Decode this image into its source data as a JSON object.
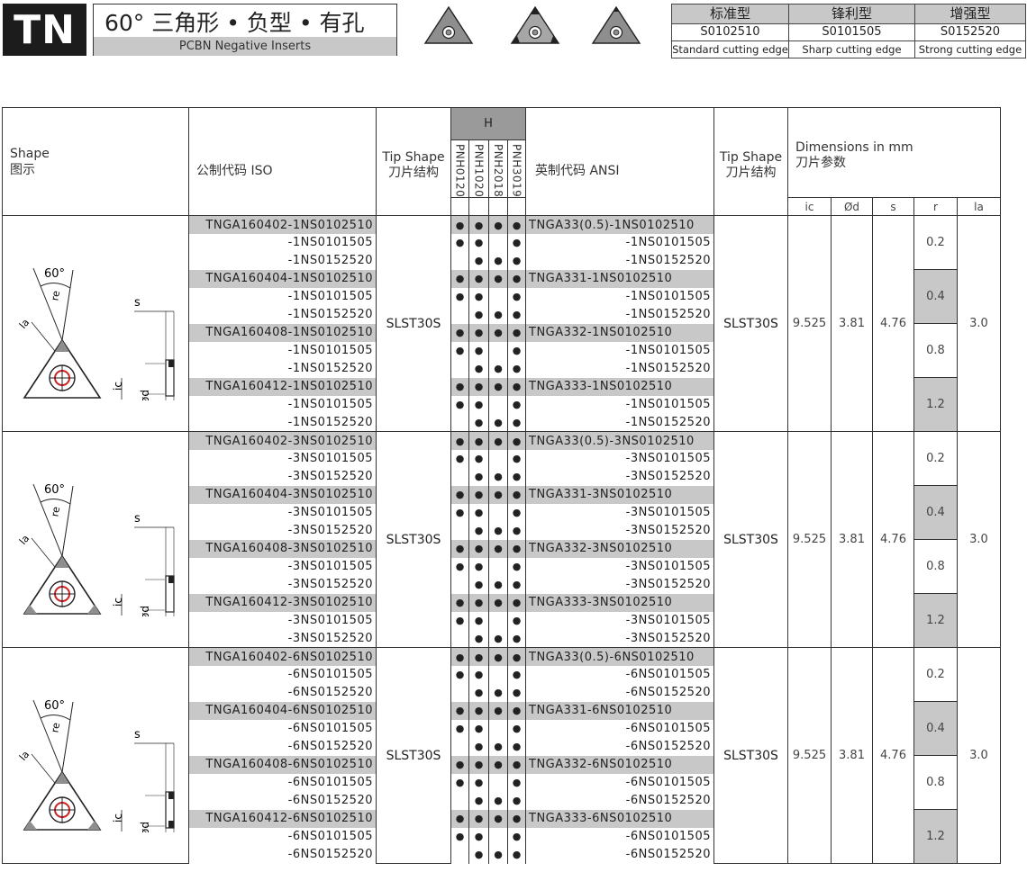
{
  "header": {
    "badge": "TN",
    "title_cn": "60° 三角形 • 负型 • 有孔",
    "title_en": "PCBN Negative Inserts",
    "edge_types": [
      {
        "cn": "标准型",
        "code": "S0102510",
        "en": "Standard cutting edge"
      },
      {
        "cn": "锋利型",
        "code": "S0101505",
        "en": "Sharp cutting edge"
      },
      {
        "cn": "增强型",
        "code": "S0152520",
        "en": "Strong cutting edge"
      }
    ]
  },
  "table": {
    "col_shape_en": "Shape",
    "col_shape_cn": "图示",
    "col_iso": "公制代码  ISO",
    "col_tip_en": "Tip Shape",
    "col_tip_cn": "刀片结构",
    "grade_group": "H",
    "grades": [
      "PNH0120",
      "PNH1020",
      "PNH2018",
      "PNH3019"
    ],
    "col_ansi": "英制代码  ANSI",
    "dim_en": "Dimensions  in mm",
    "dim_cn": "刀片参数",
    "dim_cols": [
      "ic",
      "Ød",
      "s",
      "r",
      "la"
    ],
    "shape_angle": "60°",
    "shape_labels": {
      "s": "s",
      "re": "re",
      "la": "la",
      "ic": "ic",
      "od": "ød"
    },
    "groups": [
      {
        "tip": "SLST30S",
        "tip2": "SLST30S",
        "ic": "9.525",
        "d": "3.81",
        "s": "4.76",
        "la": "3.0",
        "r_values": [
          "0.2",
          "0.4",
          "0.8",
          "1.2"
        ],
        "rows": [
          {
            "iso": "TNGA160402-1NS0102510",
            "ansi": "TNGA33(0.5)-1NS0102510",
            "dots": [
              1,
              1,
              1,
              1
            ]
          },
          {
            "iso": "-1NS0101505",
            "ansi": "-1NS0101505",
            "dots": [
              1,
              1,
              0,
              1
            ]
          },
          {
            "iso": "-1NS0152520",
            "ansi": "-1NS0152520",
            "dots": [
              0,
              1,
              1,
              1
            ]
          },
          {
            "iso": "TNGA160404-1NS0102510",
            "ansi": "TNGA331-1NS0102510",
            "dots": [
              1,
              1,
              1,
              1
            ]
          },
          {
            "iso": "-1NS0101505",
            "ansi": "-1NS0101505",
            "dots": [
              1,
              1,
              0,
              1
            ]
          },
          {
            "iso": "-1NS0152520",
            "ansi": "-1NS0152520",
            "dots": [
              0,
              1,
              1,
              1
            ]
          },
          {
            "iso": "TNGA160408-1NS0102510",
            "ansi": "TNGA332-1NS0102510",
            "dots": [
              1,
              1,
              1,
              1
            ]
          },
          {
            "iso": "-1NS0101505",
            "ansi": "-1NS0101505",
            "dots": [
              1,
              1,
              0,
              1
            ]
          },
          {
            "iso": "-1NS0152520",
            "ansi": "-1NS0152520",
            "dots": [
              0,
              1,
              1,
              1
            ]
          },
          {
            "iso": "TNGA160412-1NS0102510",
            "ansi": "TNGA333-1NS0102510",
            "dots": [
              1,
              1,
              1,
              1
            ]
          },
          {
            "iso": "-1NS0101505",
            "ansi": "-1NS0101505",
            "dots": [
              1,
              1,
              0,
              1
            ]
          },
          {
            "iso": "-1NS0152520",
            "ansi": "-1NS0152520",
            "dots": [
              0,
              1,
              1,
              1
            ]
          }
        ]
      },
      {
        "tip": "SLST30S",
        "tip2": "SLST30S",
        "ic": "9.525",
        "d": "3.81",
        "s": "4.76",
        "la": "3.0",
        "r_values": [
          "0.2",
          "0.4",
          "0.8",
          "1.2"
        ],
        "rows": [
          {
            "iso": "TNGA160402-3NS0102510",
            "ansi": "TNGA33(0.5)-3NS0102510",
            "dots": [
              1,
              1,
              1,
              1
            ]
          },
          {
            "iso": "-3NS0101505",
            "ansi": "-3NS0101505",
            "dots": [
              1,
              1,
              0,
              1
            ]
          },
          {
            "iso": "-3NS0152520",
            "ansi": "-3NS0152520",
            "dots": [
              0,
              1,
              1,
              1
            ]
          },
          {
            "iso": "TNGA160404-3NS0102510",
            "ansi": "TNGA331-3NS0102510",
            "dots": [
              1,
              1,
              1,
              1
            ]
          },
          {
            "iso": "-3NS0101505",
            "ansi": "-3NS0101505",
            "dots": [
              1,
              1,
              0,
              1
            ]
          },
          {
            "iso": "-3NS0152520",
            "ansi": "-3NS0152520",
            "dots": [
              0,
              1,
              1,
              1
            ]
          },
          {
            "iso": "TNGA160408-3NS0102510",
            "ansi": "TNGA332-3NS0102510",
            "dots": [
              1,
              1,
              1,
              1
            ]
          },
          {
            "iso": "-3NS0101505",
            "ansi": "-3NS0101505",
            "dots": [
              1,
              1,
              0,
              1
            ]
          },
          {
            "iso": "-3NS0152520",
            "ansi": "-3NS0152520",
            "dots": [
              0,
              1,
              1,
              1
            ]
          },
          {
            "iso": "TNGA160412-3NS0102510",
            "ansi": "TNGA333-3NS0102510",
            "dots": [
              1,
              1,
              1,
              1
            ]
          },
          {
            "iso": "-3NS0101505",
            "ansi": "-3NS0101505",
            "dots": [
              1,
              1,
              0,
              1
            ]
          },
          {
            "iso": "-3NS0152520",
            "ansi": "-3NS0152520",
            "dots": [
              0,
              1,
              1,
              1
            ]
          }
        ]
      },
      {
        "tip": "SLST30S",
        "tip2": "SLST30S",
        "ic": "9.525",
        "d": "3.81",
        "s": "4.76",
        "la": "3.0",
        "r_values": [
          "0.2",
          "0.4",
          "0.8",
          "1.2"
        ],
        "rows": [
          {
            "iso": "TNGA160402-6NS0102510",
            "ansi": "TNGA33(0.5)-6NS0102510",
            "dots": [
              1,
              1,
              1,
              1
            ]
          },
          {
            "iso": "-6NS0101505",
            "ansi": "-6NS0101505",
            "dots": [
              1,
              1,
              0,
              1
            ]
          },
          {
            "iso": "-6NS0152520",
            "ansi": "-6NS0152520",
            "dots": [
              0,
              1,
              1,
              1
            ]
          },
          {
            "iso": "TNGA160404-6NS0102510",
            "ansi": "TNGA331-6NS0102510",
            "dots": [
              1,
              1,
              1,
              1
            ]
          },
          {
            "iso": "-6NS0101505",
            "ansi": "-6NS0101505",
            "dots": [
              1,
              1,
              0,
              1
            ]
          },
          {
            "iso": "-6NS0152520",
            "ansi": "-6NS0152520",
            "dots": [
              0,
              1,
              1,
              1
            ]
          },
          {
            "iso": "TNGA160408-6NS0102510",
            "ansi": "TNGA332-6NS0102510",
            "dots": [
              1,
              1,
              1,
              1
            ]
          },
          {
            "iso": "-6NS0101505",
            "ansi": "-6NS0101505",
            "dots": [
              1,
              1,
              0,
              1
            ]
          },
          {
            "iso": "-6NS0152520",
            "ansi": "-6NS0152520",
            "dots": [
              0,
              1,
              1,
              1
            ]
          },
          {
            "iso": "TNGA160412-6NS0102510",
            "ansi": "TNGA333-6NS0102510",
            "dots": [
              1,
              1,
              1,
              1
            ]
          },
          {
            "iso": "-6NS0101505",
            "ansi": "-6NS0101505",
            "dots": [
              1,
              1,
              0,
              1
            ]
          },
          {
            "iso": "-6NS0152520",
            "ansi": "-6NS0152520",
            "dots": [
              0,
              1,
              1,
              1
            ]
          }
        ]
      }
    ]
  },
  "colors": {
    "band": "#c8c8c8",
    "header_h": "#9a9a9a",
    "badge": "#1c1c1c",
    "insert": "#8e8e8e"
  },
  "icons": {
    "dot": "●"
  }
}
